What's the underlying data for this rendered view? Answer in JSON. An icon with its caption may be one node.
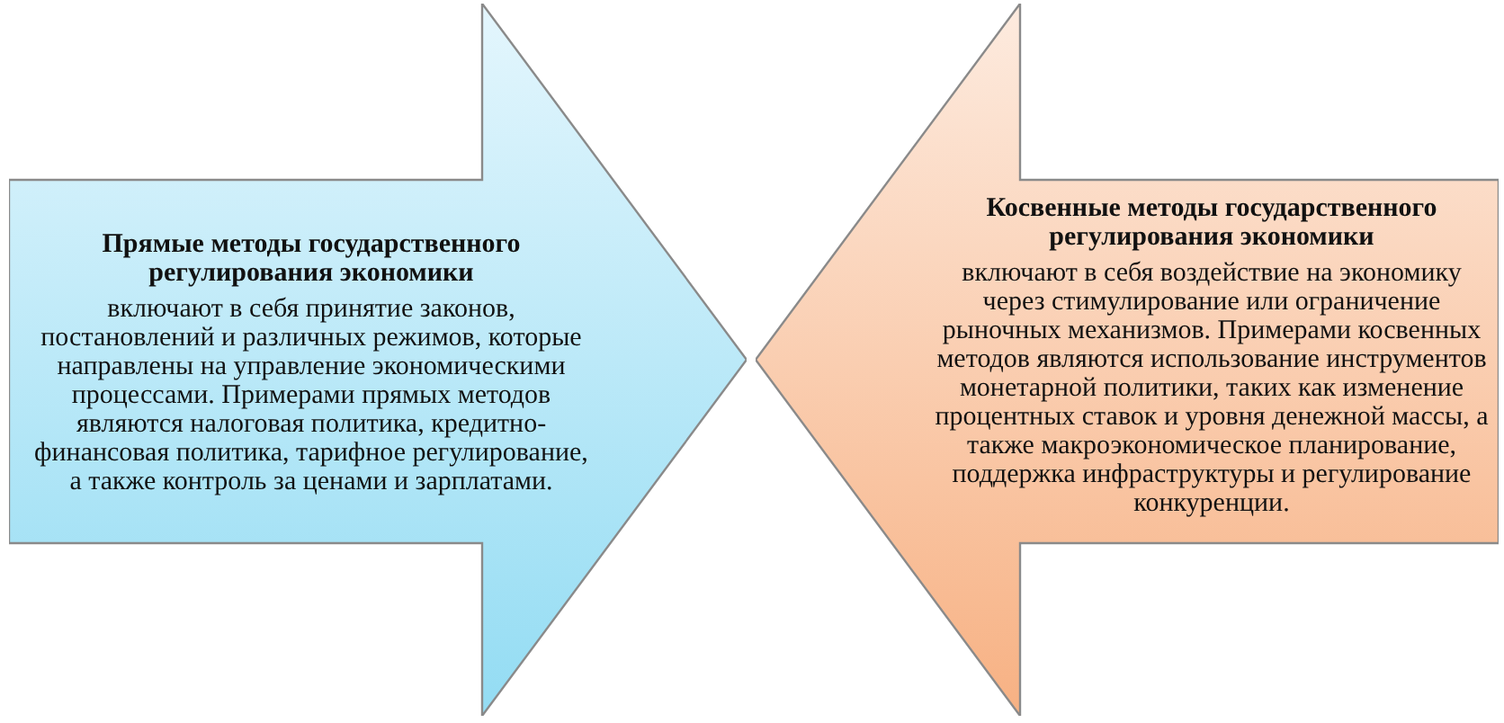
{
  "diagram": {
    "nodes": [
      {
        "text": [
          "Прямые методы государственного регулирования экономики",
          "включают в себя принятие законов, постановлений и различных режимов, которые направлены на управление экономическими процессами. Примерами прямых методов являются налоговая политика, кредитно-финансовая политика, тарифное регулирование, а также контроль за ценами и зарплатами."
        ]
      },
      {
        "text": [
          "Косвенные методы государственного регулирования экономики",
          "включают в себя воздействие на экономику через стимулирование или ограничение рыночных механизмов. Примерами косвенных методов являются использование инструментов монетарной политики, таких как изменение процентных ставок и уровня денежной массы, а также макроэкономическое планирование, поддержка инфраструктуры и регулирование конкуренции."
        ]
      }
    ]
  }
}
